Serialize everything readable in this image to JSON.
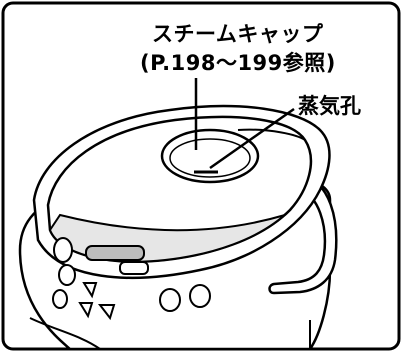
{
  "diagram": {
    "labels": {
      "steam_cap": "スチームキャップ",
      "page_ref": "(P.198～199参照)",
      "steam_vent": "蒸気孔"
    },
    "colors": {
      "stroke": "#000000",
      "fill": "#ffffff",
      "shade": "#bdbdbd",
      "light_shade": "#e6e6e6"
    }
  }
}
